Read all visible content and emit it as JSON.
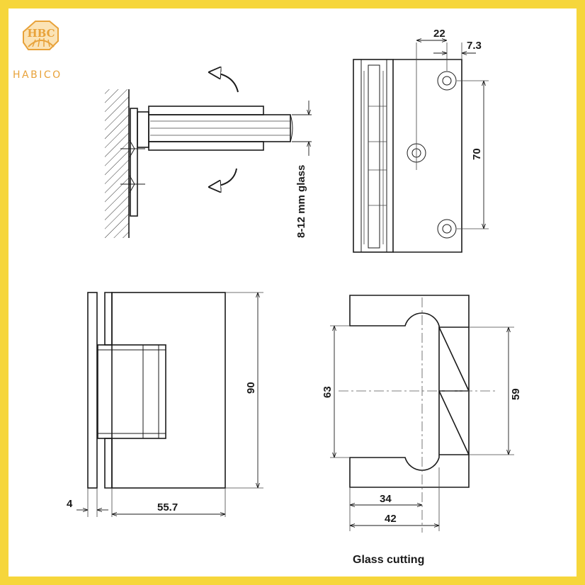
{
  "brand": {
    "logo_text": "HBC",
    "name": "HABICO",
    "frame_color": "#f6d63b",
    "logo_color": "#e8a23a"
  },
  "top_view": {
    "glass_range": "8-12 mm glass"
  },
  "front_view": {
    "dim_width_left": "22",
    "dim_width_right": "7.3",
    "dim_hole_spacing": "70"
  },
  "side_view": {
    "dim_height": "90",
    "dim_wall_plate": "4",
    "dim_depth": "55.7"
  },
  "glass_cutting": {
    "title": "Glass cutting",
    "dim_cut_height": "63",
    "dim_plate_height": "59",
    "dim_depth_inner": "34",
    "dim_depth_outer": "42"
  }
}
